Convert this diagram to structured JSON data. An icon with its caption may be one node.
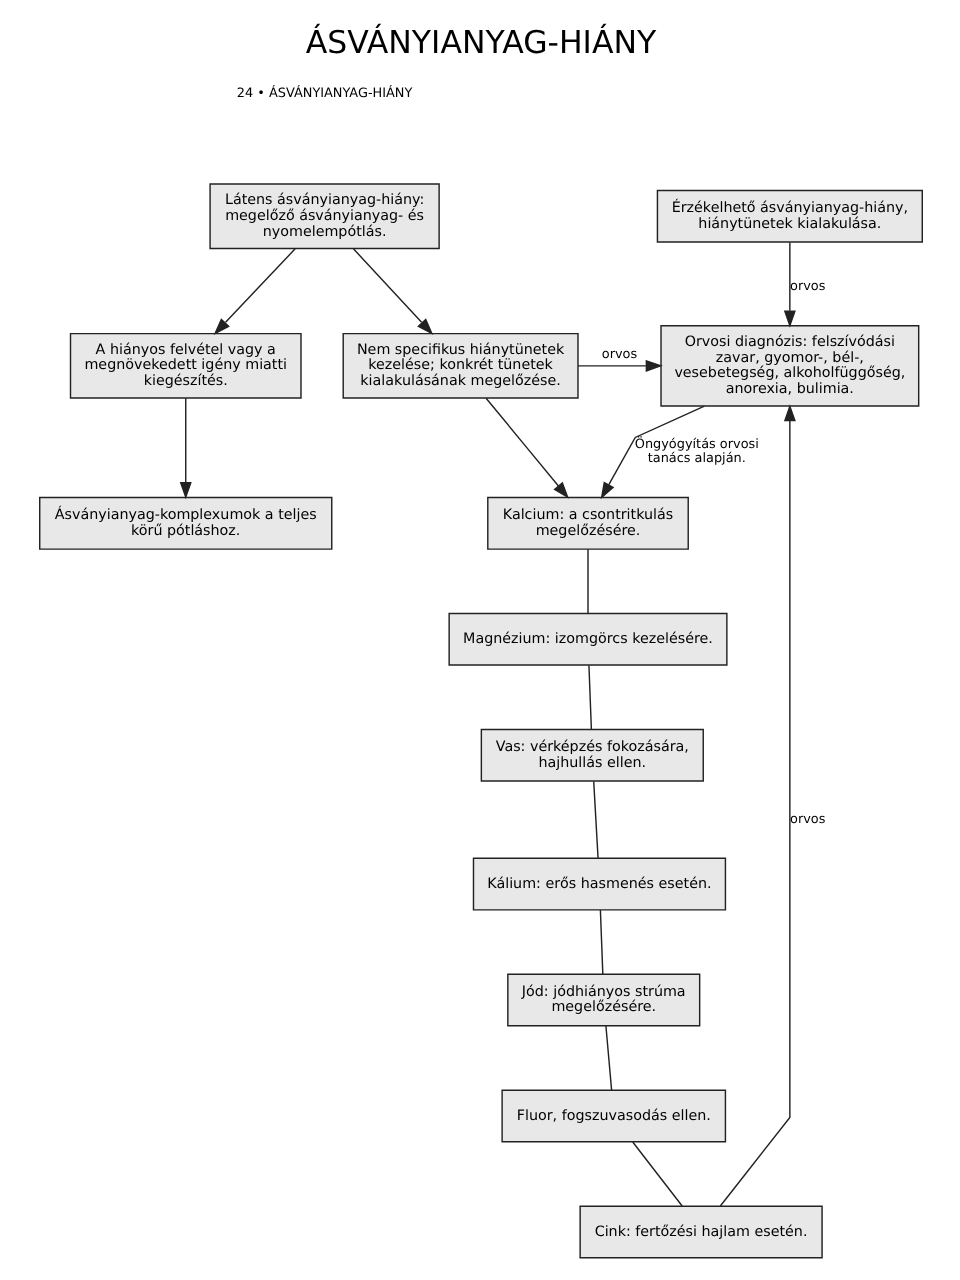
{
  "diagram": {
    "title": "ÁSVÁNYIANYAG-HIÁNY",
    "nodes": [
      {
        "text": [
          "Látens ásványianyag-hiány: megelőző ásványianyag- és nyomelempótlás."
        ]
      },
      {
        "text": [
          "Érzékelhető ásványianyag-hiány, hiánytünetek kialakulása."
        ]
      },
      {
        "text": [
          "A hiányos felvétel vagy a megnövekedett igény miatti kiegészítés."
        ]
      },
      {
        "text": [
          "Nem specifikus hiánytünetek kezelése; konkrét tünetek kialakulásának megelőzése."
        ]
      },
      {
        "text": [
          "Orvosi diagnózis: felszívódási zavar, gyomor-, bél-, vesebetegség, alkoholfüggőség, anorexia, bulimia."
        ]
      },
      {
        "text": [
          "Ásványianyag-komplexumok a teljes körű pótláshoz."
        ]
      },
      {
        "text": [
          "Kalcium: a csontritkulás megelőzésére."
        ]
      },
      {
        "text": [
          "Magnézium: izomgörcs kezelésére."
        ]
      },
      {
        "text": [
          "Vas: vérképzés fokozására, hajhullás ellen."
        ]
      },
      {
        "text": [
          "Kálium: erős hasmenés esetén."
        ]
      },
      {
        "text": [
          "Jód: jódhiányos strúma megelőzésére."
        ]
      },
      {
        "text": [
          "Fluor, fogszuvasodás ellen."
        ]
      },
      {
        "text": [
          "Cink: fertőzési hajlam esetén."
        ]
      }
    ],
    "edges": [
      {
        "from": 0,
        "to": 2,
        "arrow": "to"
      },
      {
        "from": 0,
        "to": 3,
        "arrow": "to"
      },
      {
        "from": 1,
        "to": 4,
        "arrow": "to",
        "label": "orvos"
      },
      {
        "from": 3,
        "to": 4,
        "arrow": "to",
        "label": "orvos"
      },
      {
        "from": 2,
        "to": 5,
        "arrow": "to"
      },
      {
        "from": 3,
        "to": 6,
        "arrow": "to"
      },
      {
        "from": 4,
        "to": 6,
        "arrow": "to",
        "label": "Öngyógyítás orvosi tanács alapján."
      },
      {
        "from": 6,
        "to": 7,
        "arrow": "none"
      },
      {
        "from": 7,
        "to": 8,
        "arrow": "none"
      },
      {
        "from": 8,
        "to": 9,
        "arrow": "none"
      },
      {
        "from": 9,
        "to": 10,
        "arrow": "none"
      },
      {
        "from": 10,
        "to": 11,
        "arrow": "none"
      },
      {
        "from": 11,
        "to": 12,
        "arrow": "none"
      },
      {
        "from": 12,
        "to": 4,
        "arrow": "to",
        "label": "orvos"
      }
    ],
    "labels": [
      "24 • ÁSVÁNYIANYAG-HIÁNY"
    ]
  }
}
